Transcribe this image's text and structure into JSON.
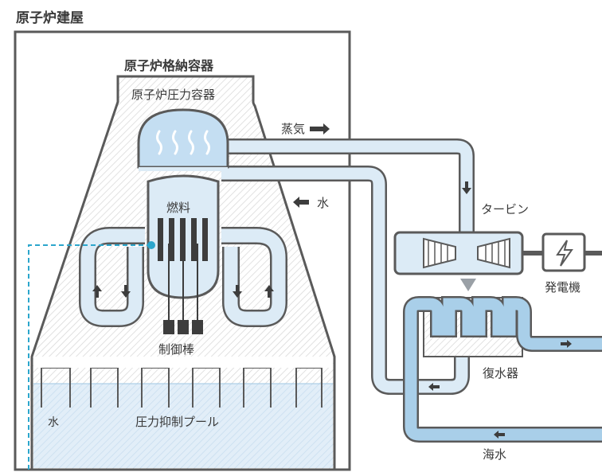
{
  "labels": {
    "building": "原子炉建屋",
    "containment": "原子炉格納容器",
    "pressure_vessel": "原子炉圧力容器",
    "steam": "蒸気",
    "water_return": "水",
    "fuel": "燃料",
    "turbine": "タービン",
    "generator": "発電機",
    "control_rods": "制御棒",
    "condenser": "復水器",
    "pool_water": "水",
    "suppression_pool": "圧力抑制プール",
    "seawater": "海水"
  },
  "colors": {
    "outline": "#5a5a5a",
    "water_light": "#dcebf6",
    "water_mid": "#a9cfe9",
    "seawater": "#bcd9ef",
    "dashed_line": "#2ca6cc",
    "dark": "#3d3d3d"
  }
}
